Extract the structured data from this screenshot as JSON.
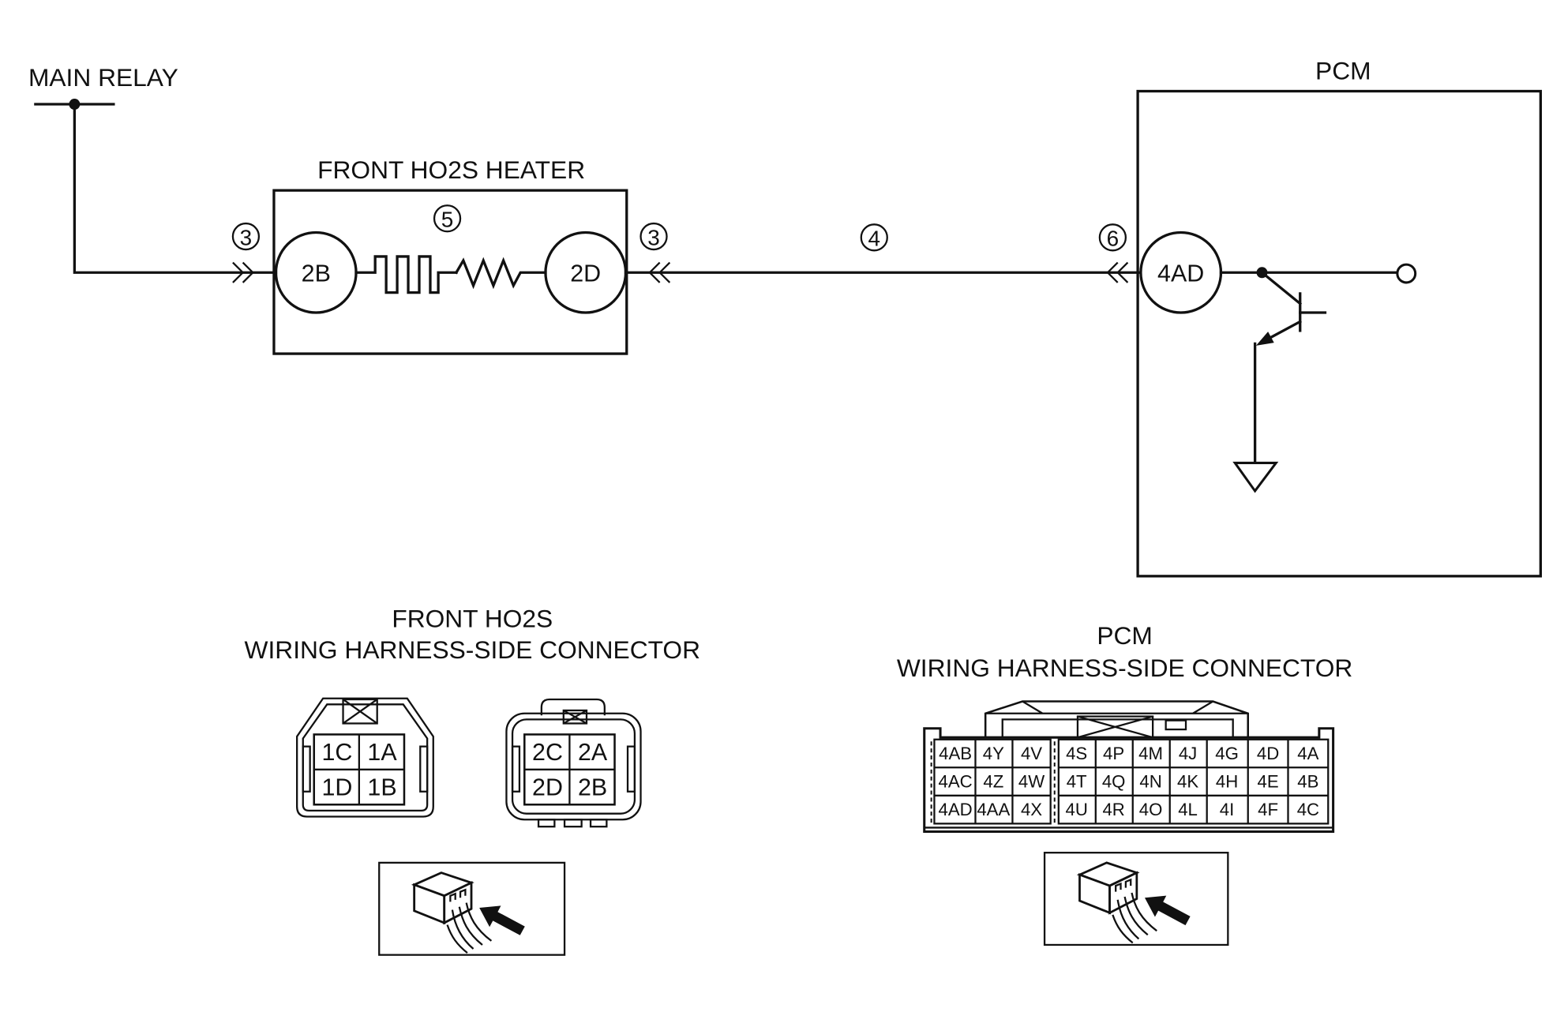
{
  "main_relay": {
    "label": "MAIN RELAY"
  },
  "heater": {
    "label": "FRONT HO2S HEATER",
    "ref": "5",
    "pin_in": "2B",
    "pin_out": "2D"
  },
  "refs": {
    "heater_in_connector": "3",
    "heater_out_connector": "3",
    "harness": "4",
    "pcm_connector": "6"
  },
  "pcm": {
    "label": "PCM",
    "pin": "4AD"
  },
  "front_ho2s_connector": {
    "title": "FRONT HO2S",
    "subtitle": "WIRING HARNESS-SIDE CONNECTOR",
    "left_block": [
      [
        "1C",
        "1A"
      ],
      [
        "1D",
        "1B"
      ]
    ],
    "right_block": [
      [
        "2C",
        "2A"
      ],
      [
        "2D",
        "2B"
      ]
    ]
  },
  "pcm_connector": {
    "title": "PCM",
    "subtitle": "WIRING HARNESS-SIDE CONNECTOR",
    "pins": [
      [
        "4AB",
        "4Y",
        "4V",
        "4S",
        "4P",
        "4M",
        "4J",
        "4G",
        "4D",
        "4A"
      ],
      [
        "4AC",
        "4Z",
        "4W",
        "4T",
        "4Q",
        "4N",
        "4K",
        "4H",
        "4E",
        "4B"
      ],
      [
        "4AD",
        "4AA",
        "4X",
        "4U",
        "4R",
        "4O",
        "4L",
        "4I",
        "4F",
        "4C"
      ]
    ]
  },
  "icons": [
    "harness-side-view-icon",
    "ground-icon",
    "transistor-icon",
    "heater-element-icon",
    "resistor-icon"
  ]
}
